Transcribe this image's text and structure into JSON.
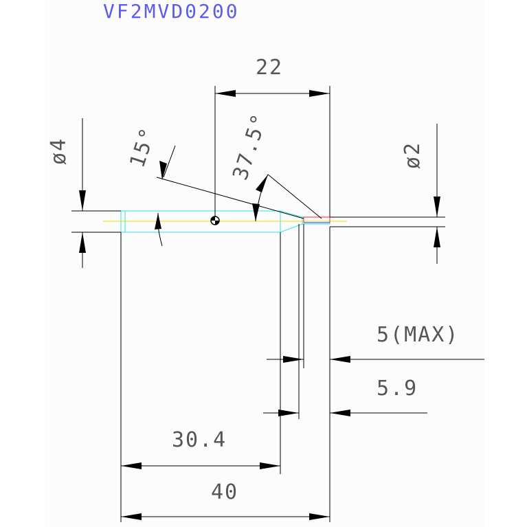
{
  "title": "VF2MVD0200",
  "dimensions": {
    "top_length": "22",
    "dia_large": "ø4",
    "angle_15": "15°",
    "angle_37_5": "37.5°",
    "dia_small": "ø2",
    "tip_max": "5(MAX)",
    "tip_len": "5.9",
    "body_len": "30.4",
    "total_len": "40"
  },
  "colors": {
    "title": "#5b5bf0",
    "outline": "#2ee6e6",
    "centerline": "#e8e000",
    "tip": "#ff2a2a",
    "dimension": "#000000"
  }
}
